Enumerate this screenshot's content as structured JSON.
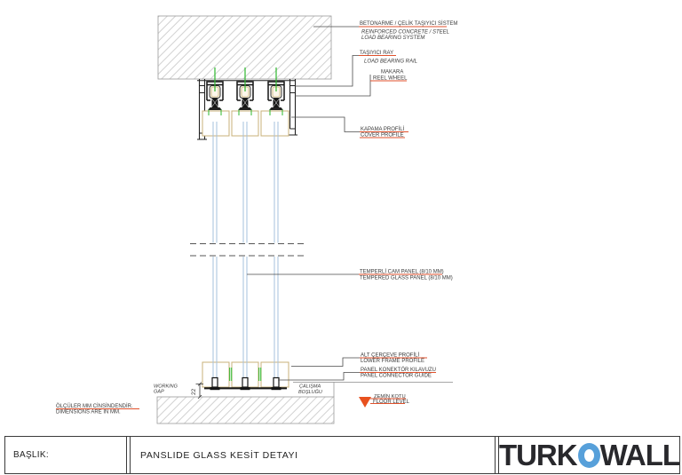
{
  "drawing": {
    "labels": {
      "concrete_tr": "BETONARME / ÇELİK TAŞIYICI SİSTEM",
      "concrete_en1": "REINFORCED CONCRETE / STEEL",
      "concrete_en2": "LOAD BEARING SYSTEM",
      "rail_tr": "TAŞIYICI RAY",
      "rail_en": "LOAD BEARING RAIL",
      "wheel_tr": "MAKARA",
      "wheel_en": "REEL WHEEL",
      "cover_tr": "KAPAMA PROFİLİ",
      "cover_en": "COVER PROFILE",
      "glass_tr": "TEMPERLİ CAM PANEL (8/10 MM)",
      "glass_en": "TEMPERED GLASS PANEL (8/10 MM)",
      "frame_tr": "ALT ÇERÇEVE PROFİLİ",
      "frame_en": "LOWER FRAME PROFILE",
      "connector_tr": "PANEL KONEKTÖR KILAVUZU",
      "connector_en": "PANEL CONNECTOR GUIDE",
      "floor_tr": "ZEMİN KOTU",
      "floor_en": "FLOOR LEVEL",
      "gap_en1": "WORKING",
      "gap_en2": "GAP",
      "gap_tr1": "ÇALIŞMA",
      "gap_tr2": "BOŞLUĞU",
      "note_tr": "ÖLÇÜLER MM CİNSİNDENDİR.",
      "note_en": "DIMENSIONS ARE IN MM.",
      "gap_dim": "22"
    },
    "colors": {
      "accent_red": "#e0512c",
      "green": "#2eb82e",
      "glass_blue": "#a6c1de",
      "profile_tan": "#c8b078",
      "line_dark": "#3c3c3c",
      "logo_blue": "#57a0da"
    }
  },
  "title_block": {
    "label": "BAŞLIK:",
    "title": "PANSLIDE GLASS KESİT DETAYI"
  },
  "logo": {
    "part1": "TURK",
    "part2": "WALL"
  }
}
